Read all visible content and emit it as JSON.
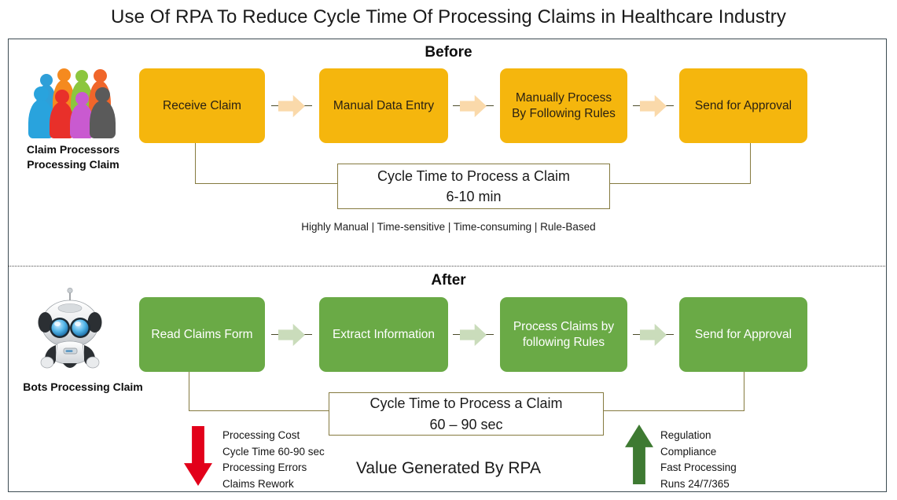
{
  "title": "Use Of RPA To Reduce Cycle Time Of Processing Claims in Healthcare Industry",
  "sections": {
    "before": {
      "label": "Before",
      "caption_line1": "Claim Processors",
      "caption_line2": "Processing Claim",
      "icon": "people-group-icon",
      "box_color": "#f5b60d",
      "arrow_color": "#fad9aa",
      "steps": [
        {
          "label": "Receive Claim"
        },
        {
          "label": "Manual Data Entry"
        },
        {
          "label": "Manually Process\nBy Following Rules"
        },
        {
          "label": "Send for Approval"
        }
      ],
      "steps_text": [
        "Receive Claim",
        "Manual Data Entry",
        "Manually Process",
        "By Following Rules",
        "Send for Approval"
      ],
      "cycle_time_title": "Cycle Time to Process a Claim",
      "cycle_time_value": "6-10 min",
      "tagline": "Highly Manual | Time-sensitive | Time-consuming | Rule-Based"
    },
    "after": {
      "label": "After",
      "caption_line1": "Bots Processing Claim",
      "icon": "robot-icon",
      "box_color": "#6aaa46",
      "arrow_color": "#cadcbb",
      "steps_text": [
        "Read Claims Form",
        "Extract Information",
        "Process Claims by",
        "following Rules",
        "Send for Approval"
      ],
      "cycle_time_title": "Cycle Time to Process a Claim",
      "cycle_time_value": "60 – 90 sec"
    }
  },
  "value": {
    "title": "Value Generated By RPA",
    "decrease": {
      "arrow": "down-arrow-icon",
      "color": "#e2001a",
      "items": [
        "Processing Cost",
        "Cycle Time 60-90 sec",
        "Processing Errors",
        "Claims Rework"
      ]
    },
    "increase": {
      "arrow": "up-arrow-icon",
      "color": "#3e7a32",
      "items": [
        "Regulation",
        "Compliance",
        "Fast Processing",
        "Runs 24/7/365"
      ]
    }
  },
  "people_colors": {
    "back": [
      "#2f9fd8",
      "#f58a1f",
      "#8cc63e",
      "#f0662a"
    ],
    "front": [
      "#29a3dd",
      "#e8302a",
      "#c95ad0",
      "#5a5a5a"
    ]
  }
}
